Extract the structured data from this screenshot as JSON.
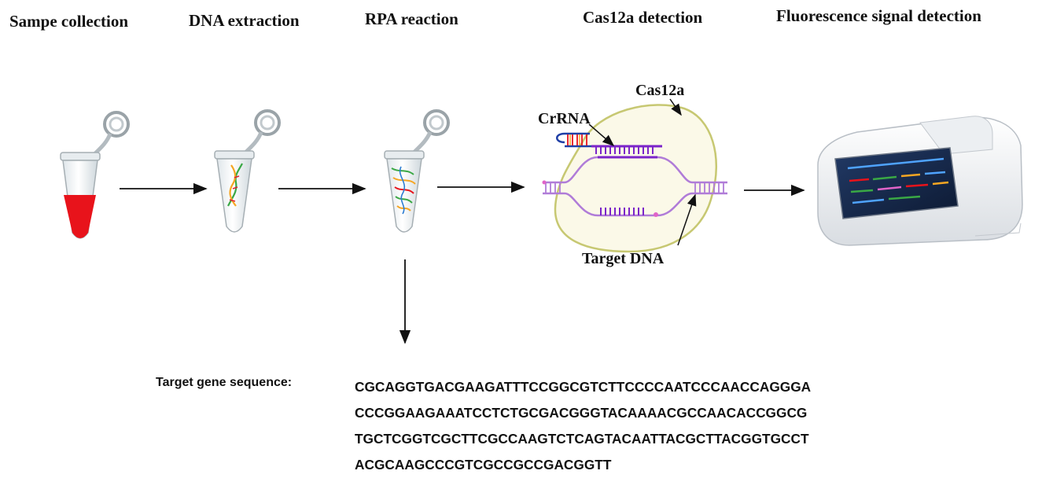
{
  "steps": [
    {
      "label": "Sampe  collection"
    },
    {
      "label": "DNA extraction"
    },
    {
      "label": "RPA reaction"
    },
    {
      "label": "Cas12a detection"
    },
    {
      "label": "Fluorescence signal detection"
    }
  ],
  "cas12a_diagram": {
    "cas12a_label": "Cas12a",
    "crrna_label": "CrRNA",
    "target_label": "Target DNA"
  },
  "sequence": {
    "label": "Target gene sequence:",
    "lines": [
      "CGCAGGTGACGAAGATTTCCGGCGTCTTCCCCAATCCCAACCAGGGA",
      "CCCGGAAGAAATCCTCTGCGACGGGTACAAAACGCCAACACCGGCG",
      "TGCTCGGTCGCTTCGCCAAGTCTCAGTACAATTACGCTTACGGTGCCT",
      "ACGCAAGCCCGTCGCCGCCGACGGTT"
    ]
  },
  "colors": {
    "sample": "#e8131b",
    "cas12a_fill": "#fbf9e8",
    "cas12a_outline": "#c7c872",
    "crrna_strand": "#8a2be2",
    "target_strand": "#b07cd8",
    "device_screen": "#1b2a4a"
  }
}
